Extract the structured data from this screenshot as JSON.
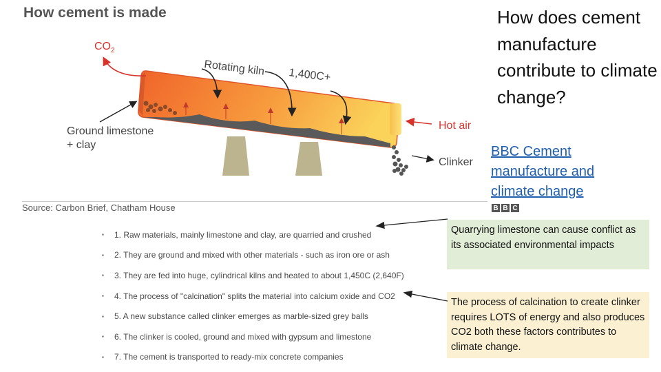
{
  "diagram": {
    "title": "How cement is made",
    "labels": {
      "co2": "CO",
      "co2_sub": "2",
      "rotating_kiln": "Rotating kiln",
      "temperature": "1,400C+",
      "ground_limestone_line1": "Ground limestone",
      "ground_limestone_line2": "+ clay",
      "hot_air": "Hot air",
      "clinker": "Clinker"
    },
    "source": "Source: Carbon Brief, Chatham House",
    "steps": [
      "1. Raw materials, mainly limestone and clay, are quarried and crushed",
      "2. They are ground and mixed with other materials - such as iron ore or ash",
      "3. They are fed into huge, cylindrical kilns and heated to about 1,450C (2,640F)",
      "4. The process of \"calcination\" splits the material into calcium oxide and CO2",
      "5. A new substance called clinker emerges as marble-sized grey balls",
      "6. The clinker is cooled, ground and mixed with gypsum and limestone",
      "7. The cement is transported to ready-mix concrete companies"
    ],
    "bullet": "▪"
  },
  "question": "How does cement manufacture contribute to climate change?",
  "link": {
    "text": "BBC Cement manufacture and climate change",
    "logo_letters": [
      "B",
      "B",
      "C"
    ]
  },
  "callouts": {
    "quarry": "Quarrying limestone can cause conflict as its associated environmental impacts",
    "calcination": "The process of calcination to create clinker requires LOTS of energy and also produces CO2 both these factors contributes to climate change."
  },
  "colors": {
    "kiln_orange": "#f0642a",
    "kiln_yellow": "#fbd25a",
    "stand": "#bcb48e",
    "co2_red": "#d8322a",
    "callout_green": "#e1edd7",
    "callout_yellow": "#fbf0d2",
    "link_blue": "#1f5fad"
  }
}
